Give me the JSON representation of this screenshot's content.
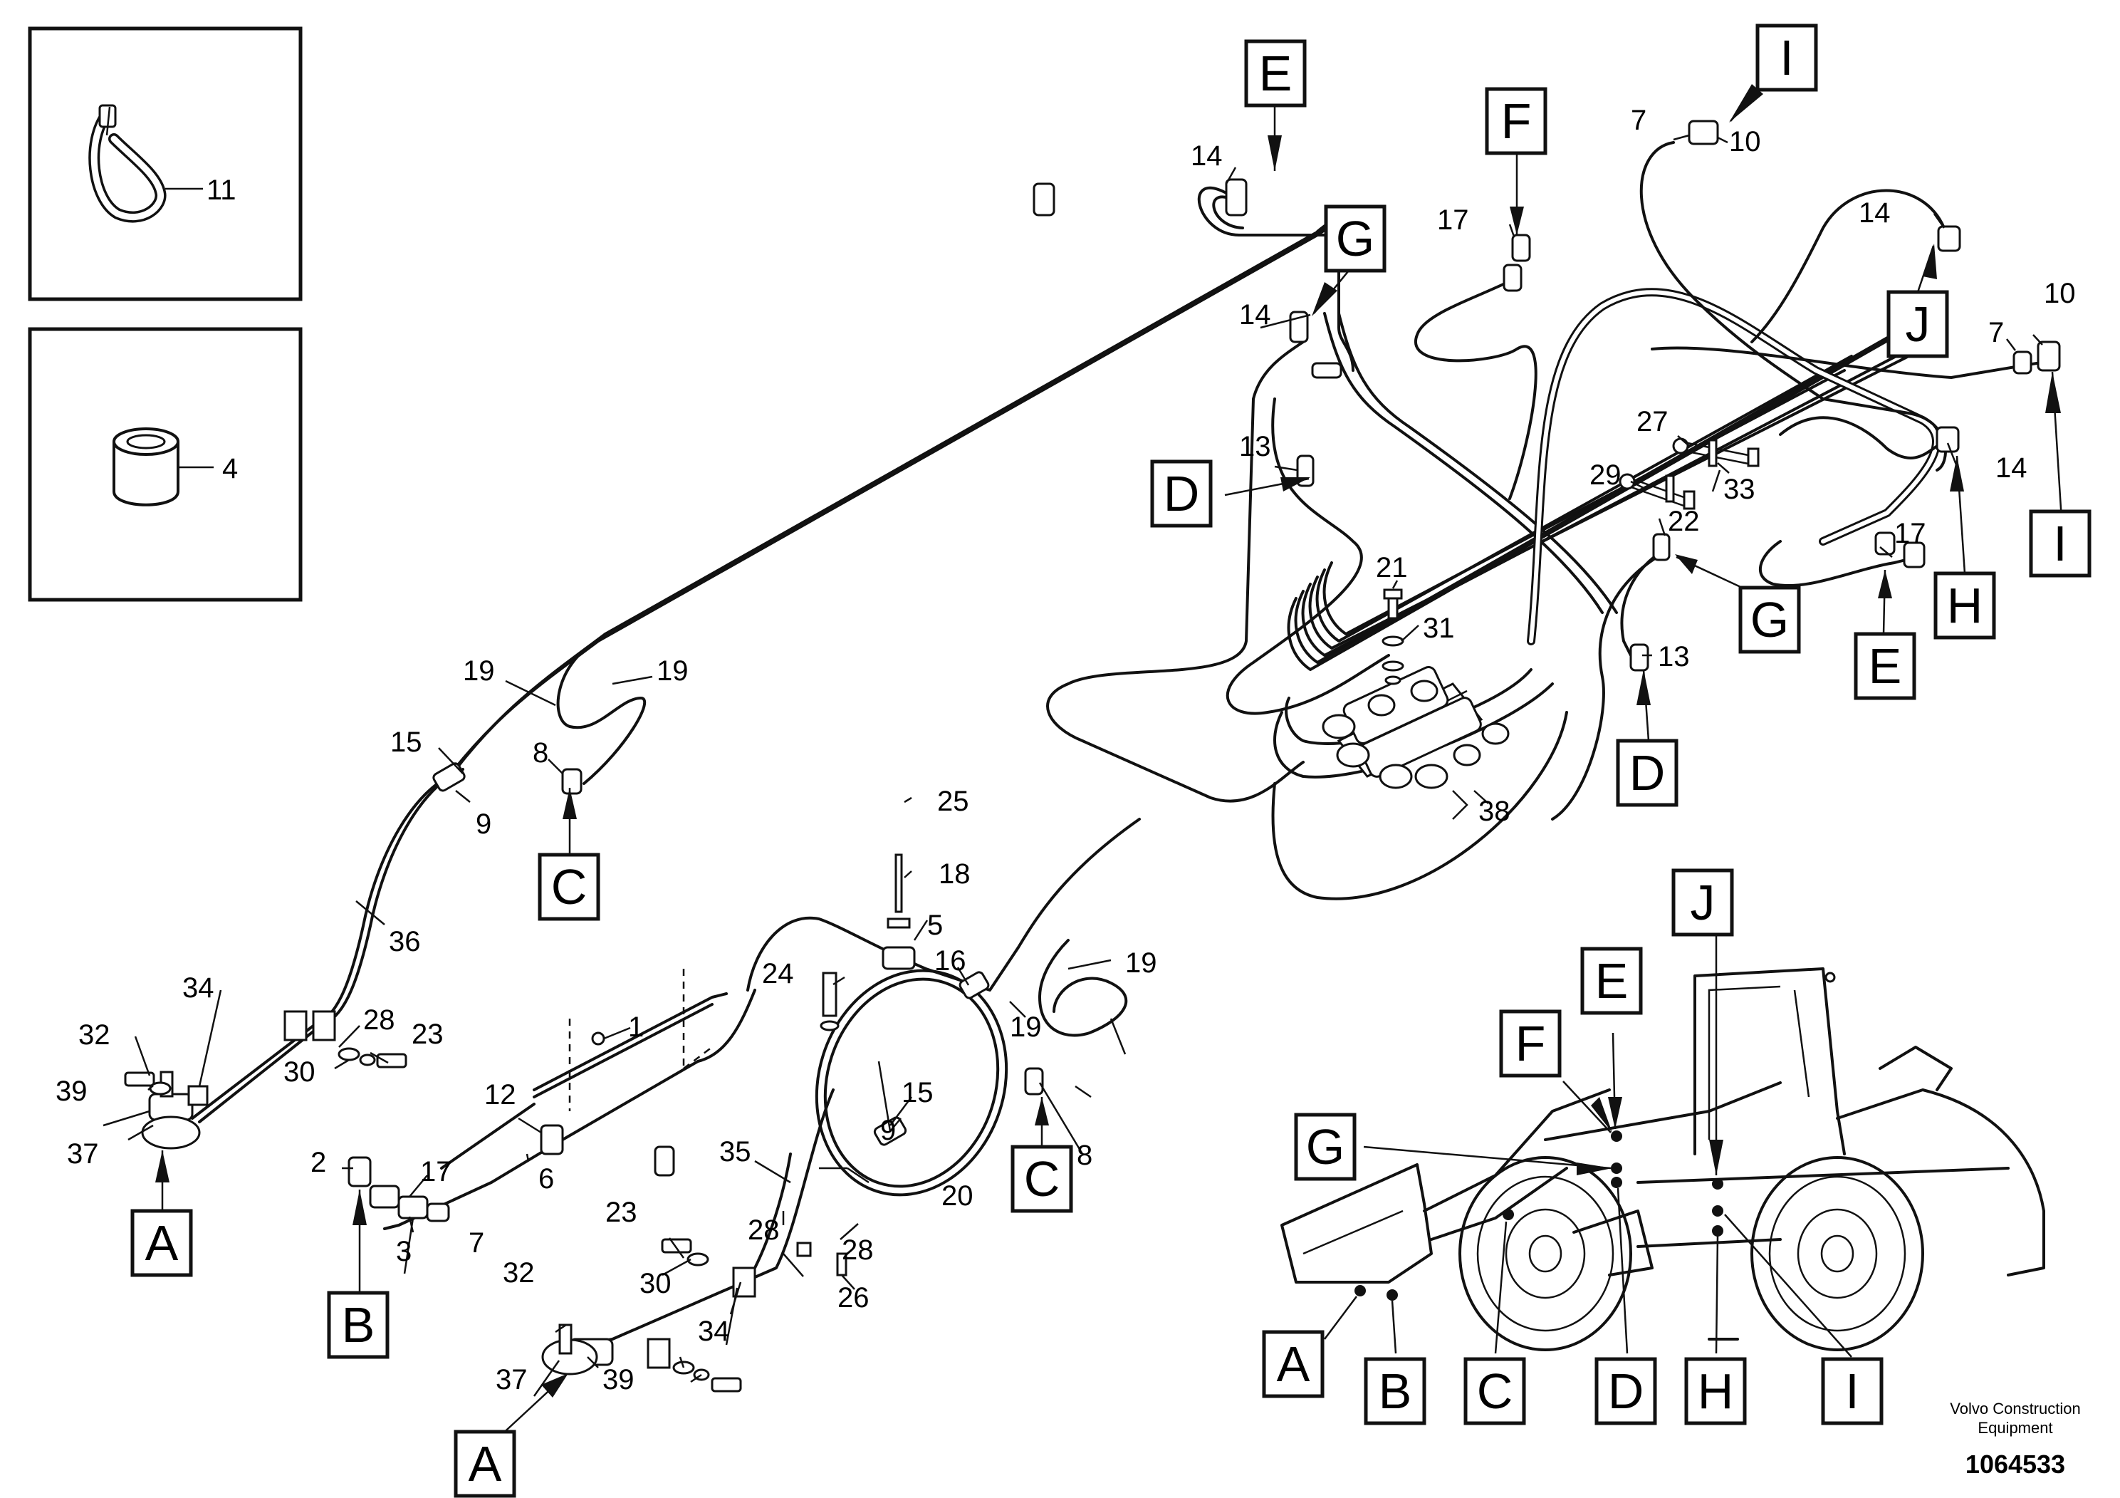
{
  "detail_views": [
    {
      "id": "inset-tie-strap",
      "icon": "cable-tie-icon",
      "callout": "11"
    },
    {
      "id": "inset-bushing",
      "icon": "bushing-icon",
      "callout": "4"
    }
  ],
  "part_callouts": [
    {
      "id": "c-14a",
      "text": "14"
    },
    {
      "id": "c-14b",
      "text": "14"
    },
    {
      "id": "c-14c",
      "text": "14"
    },
    {
      "id": "c-14d",
      "text": "14"
    },
    {
      "id": "c-17a",
      "text": "17"
    },
    {
      "id": "c-17b",
      "text": "17"
    },
    {
      "id": "c-17c",
      "text": "17"
    },
    {
      "id": "c-7a",
      "text": "7"
    },
    {
      "id": "c-7b",
      "text": "7"
    },
    {
      "id": "c-7c",
      "text": "7"
    },
    {
      "id": "c-10a",
      "text": "10"
    },
    {
      "id": "c-10b",
      "text": "10"
    },
    {
      "id": "c-13a",
      "text": "13"
    },
    {
      "id": "c-13b",
      "text": "13"
    },
    {
      "id": "c-27",
      "text": "27"
    },
    {
      "id": "c-29",
      "text": "29"
    },
    {
      "id": "c-33",
      "text": "33"
    },
    {
      "id": "c-22",
      "text": "22"
    },
    {
      "id": "c-21",
      "text": "21"
    },
    {
      "id": "c-31",
      "text": "31"
    },
    {
      "id": "c-38",
      "text": "38"
    },
    {
      "id": "c-19a",
      "text": "19"
    },
    {
      "id": "c-19b",
      "text": "19"
    },
    {
      "id": "c-19c",
      "text": "19"
    },
    {
      "id": "c-19d",
      "text": "19"
    },
    {
      "id": "c-15a",
      "text": "15"
    },
    {
      "id": "c-15b",
      "text": "15"
    },
    {
      "id": "c-9a",
      "text": "9"
    },
    {
      "id": "c-9b",
      "text": "9"
    },
    {
      "id": "c-8a",
      "text": "8"
    },
    {
      "id": "c-8b",
      "text": "8"
    },
    {
      "id": "c-36",
      "text": "36"
    },
    {
      "id": "c-25",
      "text": "25"
    },
    {
      "id": "c-18",
      "text": "18"
    },
    {
      "id": "c-5",
      "text": "5"
    },
    {
      "id": "c-16",
      "text": "16"
    },
    {
      "id": "c-24",
      "text": "24"
    },
    {
      "id": "c-1",
      "text": "1"
    },
    {
      "id": "c-34a",
      "text": "34"
    },
    {
      "id": "c-34b",
      "text": "34"
    },
    {
      "id": "c-28a",
      "text": "28"
    },
    {
      "id": "c-28b",
      "text": "28"
    },
    {
      "id": "c-28c",
      "text": "28"
    },
    {
      "id": "c-23a",
      "text": "23"
    },
    {
      "id": "c-23b",
      "text": "23"
    },
    {
      "id": "c-30a",
      "text": "30"
    },
    {
      "id": "c-30b",
      "text": "30"
    },
    {
      "id": "c-32a",
      "text": "32"
    },
    {
      "id": "c-32b",
      "text": "32"
    },
    {
      "id": "c-39a",
      "text": "39"
    },
    {
      "id": "c-39b",
      "text": "39"
    },
    {
      "id": "c-37a",
      "text": "37"
    },
    {
      "id": "c-37b",
      "text": "37"
    },
    {
      "id": "c-12",
      "text": "12"
    },
    {
      "id": "c-6",
      "text": "6"
    },
    {
      "id": "c-2",
      "text": "2"
    },
    {
      "id": "c-3",
      "text": "3"
    },
    {
      "id": "c-35",
      "text": "35"
    },
    {
      "id": "c-20",
      "text": "20"
    },
    {
      "id": "c-26",
      "text": "26"
    }
  ],
  "location_labels": [
    {
      "id": "E-top",
      "text": "E"
    },
    {
      "id": "F-top",
      "text": "F"
    },
    {
      "id": "I-top",
      "text": "I"
    },
    {
      "id": "G-top",
      "text": "G"
    },
    {
      "id": "J-right",
      "text": "J"
    },
    {
      "id": "D-mid",
      "text": "D"
    },
    {
      "id": "I-right",
      "text": "I"
    },
    {
      "id": "H-right",
      "text": "H"
    },
    {
      "id": "G-right",
      "text": "G"
    },
    {
      "id": "E-right",
      "text": "E"
    },
    {
      "id": "D-right",
      "text": "D"
    },
    {
      "id": "C-left",
      "text": "C"
    },
    {
      "id": "C-mid",
      "text": "C"
    },
    {
      "id": "A-left",
      "text": "A"
    },
    {
      "id": "B-left",
      "text": "B"
    },
    {
      "id": "A-bottom",
      "text": "A"
    },
    {
      "id": "J-machine",
      "text": "J"
    },
    {
      "id": "E-machine",
      "text": "E"
    },
    {
      "id": "F-machine",
      "text": "F"
    },
    {
      "id": "G-machine",
      "text": "G"
    },
    {
      "id": "A-machine",
      "text": "A"
    },
    {
      "id": "B-machine",
      "text": "B"
    },
    {
      "id": "C-machine",
      "text": "C"
    },
    {
      "id": "D-machine",
      "text": "D"
    },
    {
      "id": "H-machine",
      "text": "H"
    },
    {
      "id": "I-machine",
      "text": "I"
    }
  ],
  "footer": {
    "credit_line1": "Volvo Construction",
    "credit_line2": "Equipment",
    "drawing_number": "1064533"
  }
}
